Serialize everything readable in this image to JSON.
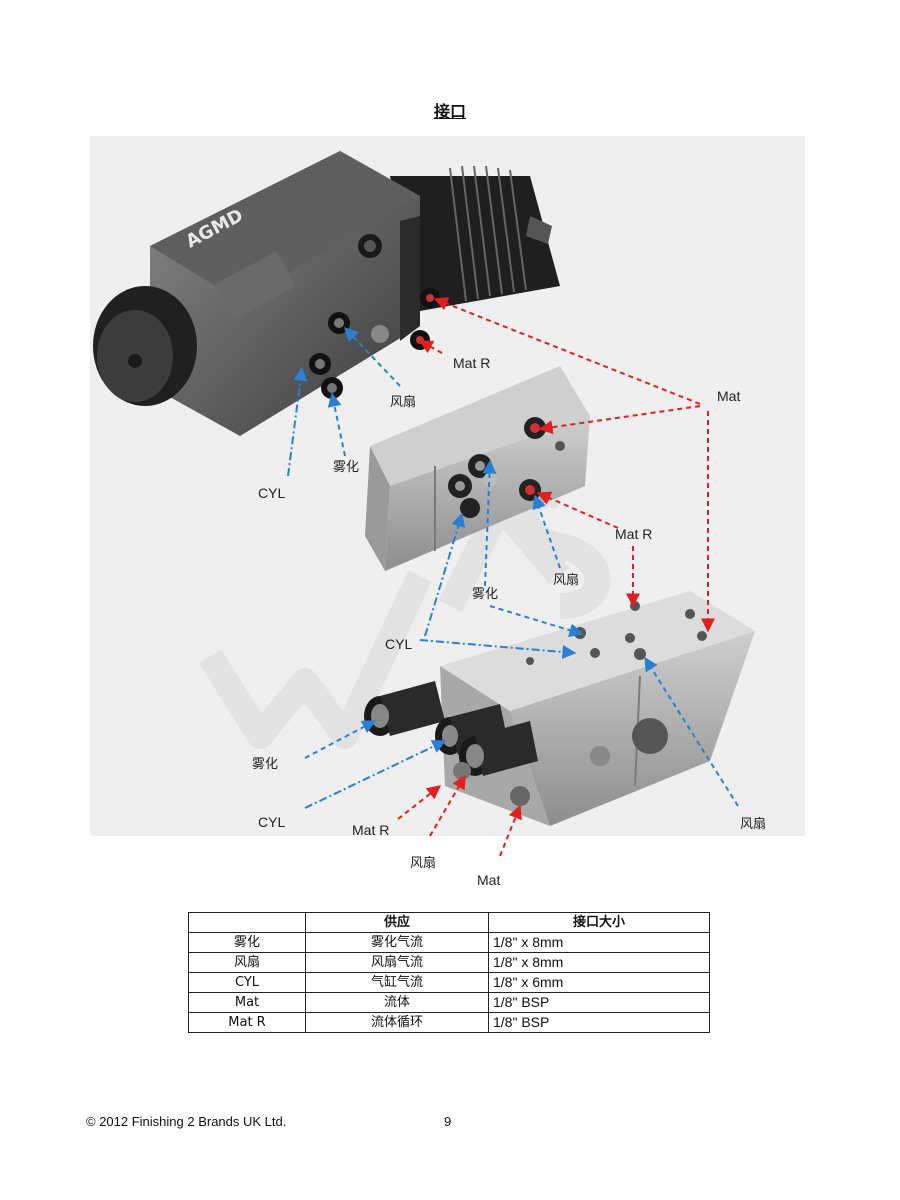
{
  "title": "接口",
  "colors": {
    "material": "#e02020",
    "air": "#2a7fd4",
    "watermark": "#e6e6e6"
  },
  "figure": {
    "gun_label": "AGMD",
    "callouts": {
      "mat_r_top": "Mat R",
      "mat_right": "Mat",
      "fan_top": "风扇",
      "atom_mid": "雾化",
      "cyl_left": "CYL",
      "mat_r_mid": "Mat R",
      "fan_mid": "风扇",
      "atom_mid2": "雾化",
      "cyl_mid": "CYL",
      "atom_low": "雾化",
      "cyl_low": "CYL",
      "mat_r_low": "Mat R",
      "fan_low": "风扇",
      "mat_low": "Mat",
      "fan_right": "风扇"
    }
  },
  "table": {
    "headers": [
      "",
      "供应",
      "接口大小"
    ],
    "rows": [
      [
        "雾化",
        "雾化气流",
        "1/8\" x 8mm"
      ],
      [
        "风扇",
        "风扇气流",
        "1/8\" x 8mm"
      ],
      [
        "CYL",
        "气缸气流",
        "1/8\" x 6mm"
      ],
      [
        "Mat",
        "流体",
        "1/8\" BSP"
      ],
      [
        "Mat R",
        "流体循环",
        "1/8\" BSP"
      ]
    ]
  },
  "footer": {
    "copyright": "© 2012 Finishing 2 Brands UK Ltd.",
    "page_number": "9"
  }
}
